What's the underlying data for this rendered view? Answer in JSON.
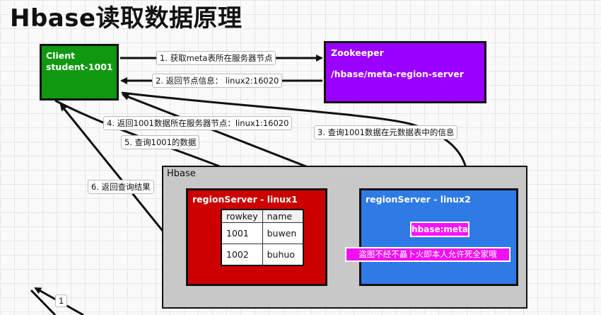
{
  "title": "Hbase读取数据原理",
  "client": {
    "line1": "Client",
    "line2": "student-1001"
  },
  "zookeeper": {
    "line1": "Zookeeper",
    "line2": "/hbase/meta-region-server"
  },
  "hbase": {
    "label": "Hbase"
  },
  "region_server_1": {
    "label": "regionServer - linux1",
    "table": {
      "headers": [
        "rowkey",
        "name"
      ],
      "rows": [
        [
          "1001",
          "buwen"
        ],
        [
          "1002",
          "buhuo"
        ]
      ]
    }
  },
  "region_server_2": {
    "label": "regionServer - linux2",
    "meta": "hbase:meta",
    "watermark": "盗图不经不畾卜火即本人允许死全家哦"
  },
  "steps": {
    "s1": "1. 获取meta表所在服务器节点",
    "s2": "2. 返回节点信息： linux2:16020",
    "s3": "3. 查询1001数据在元数据表中的信息",
    "s4": "4. 返回1001数据所在服务器节点：linux1:16020",
    "s5": "5. 查询1001的数据",
    "s6": "6. 返回查询结果",
    "s1b": "1"
  }
}
